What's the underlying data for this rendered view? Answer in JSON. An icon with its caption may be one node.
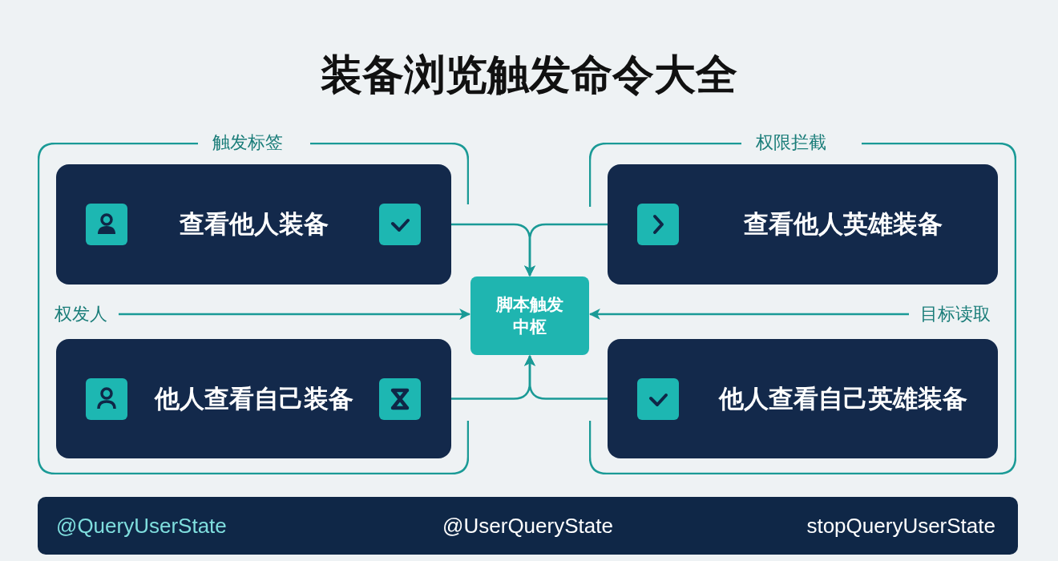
{
  "diagram": {
    "title": "装备浏览触发命令大全",
    "nodes": [
      {
        "text": [
          "触发标签"
        ]
      },
      {
        "text": [
          "查看他人装备"
        ],
        "in": 0
      },
      {
        "text": [
          "权限拦截"
        ]
      },
      {
        "text": [
          "查看他人英雄装备"
        ],
        "in": 2
      },
      {
        "text": [
          "权发人"
        ],
        "in": 0
      },
      {
        "text": [
          "脚本触发中枢"
        ]
      },
      {
        "text": [
          "目标读取"
        ],
        "in": 2
      },
      {
        "text": [
          "他人查看自己装备"
        ],
        "in": 0
      },
      {
        "text": [
          "他人查看自己英雄装备"
        ],
        "in": 2
      },
      {
        "text": [
          "@QueryUserState",
          "@UserQueryState",
          "stopQueryUserState"
        ]
      }
    ],
    "edges": [
      {
        "from": 1,
        "to": 5,
        "arrow": "to"
      },
      {
        "from": 3,
        "to": 5,
        "arrow": "to"
      },
      {
        "from": 4,
        "to": 5,
        "arrow": "to"
      },
      {
        "from": 6,
        "to": 5,
        "arrow": "to"
      },
      {
        "from": 7,
        "to": 5,
        "arrow": "to"
      },
      {
        "from": 8,
        "to": 5,
        "arrow": "to"
      }
    ]
  }
}
